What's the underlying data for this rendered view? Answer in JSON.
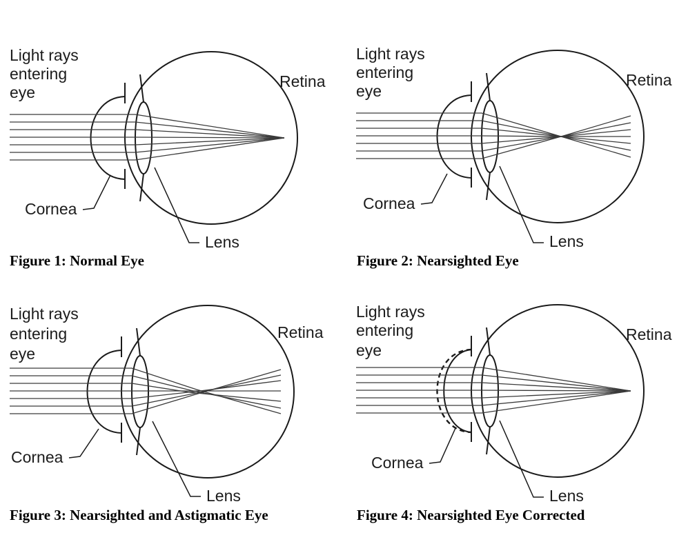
{
  "figures": [
    {
      "id": "figure-1",
      "caption": "Figure 1: Normal Eye",
      "condition": "normal",
      "labels": {
        "light_rays": [
          "Light rays",
          "entering",
          "eye"
        ],
        "retina": "Retina",
        "cornea": "Cornea",
        "lens": "Lens"
      }
    },
    {
      "id": "figure-2",
      "caption": "Figure 2: Nearsighted Eye",
      "condition": "nearsighted",
      "labels": {
        "light_rays": [
          "Light rays",
          "entering",
          "eye"
        ],
        "retina": "Retina",
        "cornea": "Cornea",
        "lens": "Lens"
      }
    },
    {
      "id": "figure-3",
      "caption": "Figure 3: Nearsighted and Astigmatic Eye",
      "condition": "astigmatic",
      "labels": {
        "light_rays": [
          "Light rays",
          "entering",
          "eye"
        ],
        "retina": "Retina",
        "cornea": "Cornea",
        "lens": "Lens"
      }
    },
    {
      "id": "figure-4",
      "caption": "Figure 4: Nearsighted Eye Corrected",
      "condition": "corrected",
      "labels": {
        "light_rays": [
          "Light rays",
          "entering",
          "eye"
        ],
        "retina": "Retina",
        "cornea": "Cornea",
        "lens": "Lens"
      }
    }
  ],
  "colors": {
    "line": "#1a1a1a",
    "ray": "#3a3a3a",
    "text": "#1c1c1c",
    "caption": "#000000"
  }
}
